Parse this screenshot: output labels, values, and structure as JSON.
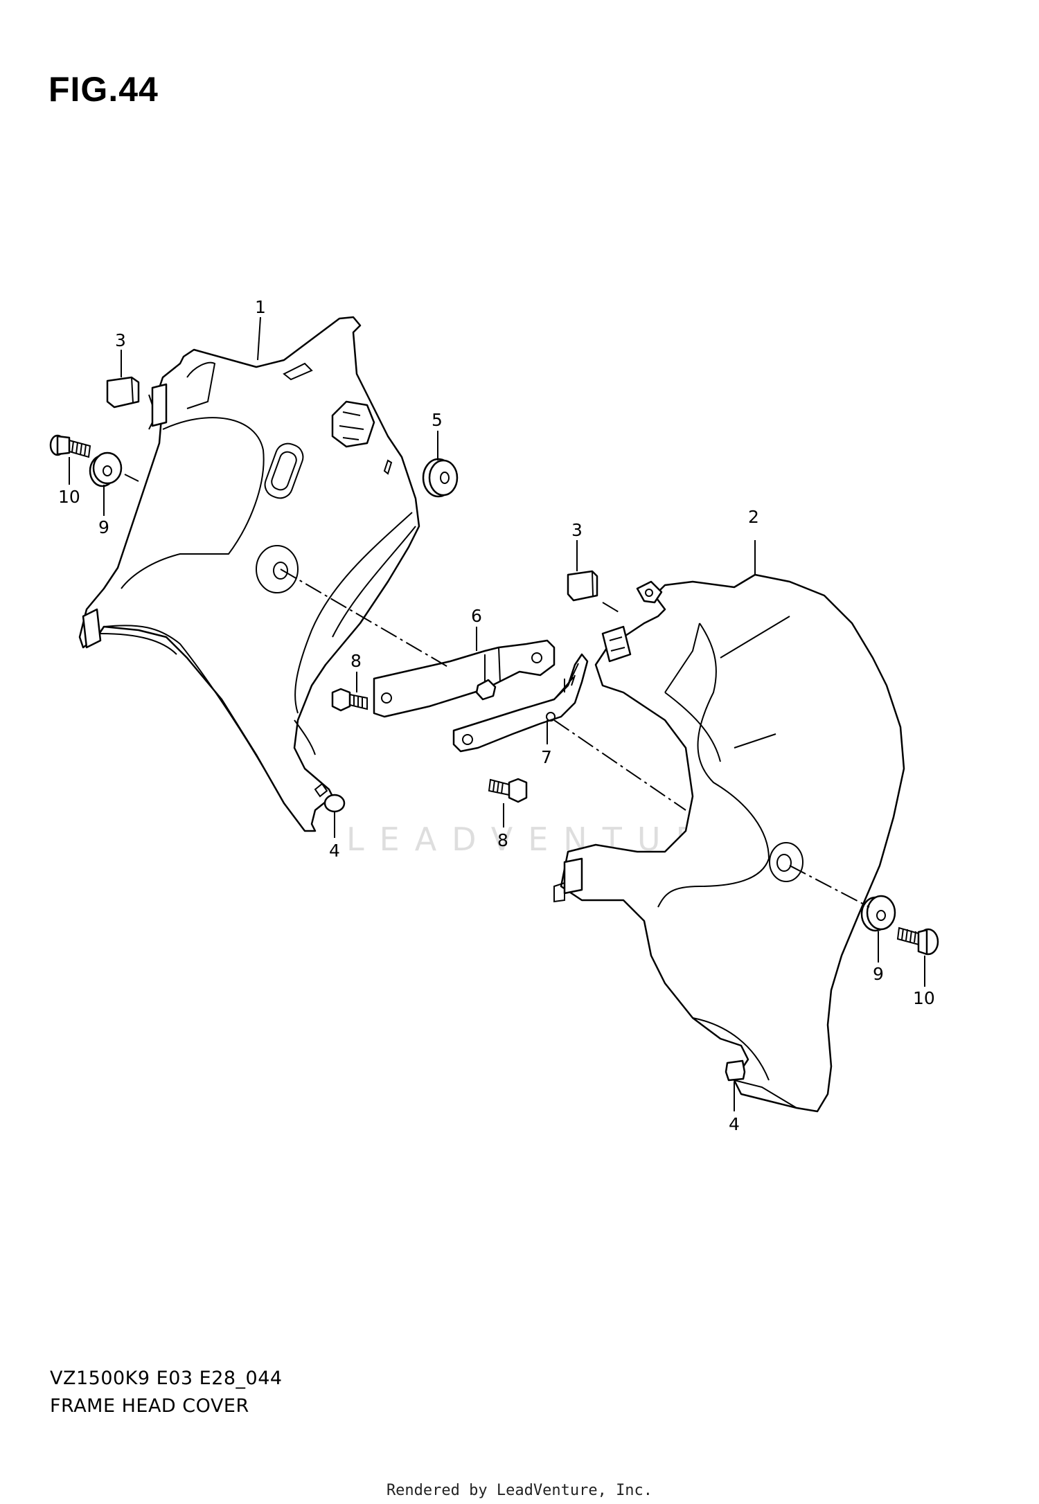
{
  "figure": {
    "title": "FIG.44",
    "model_code": "VZ1500K9 E03 E28_044",
    "section_name": "FRAME HEAD COVER",
    "rendered_by": "Rendered by LeadVenture, Inc.",
    "watermark": "LEADVENTURE"
  },
  "callouts": [
    {
      "id": "c1",
      "label": "1"
    },
    {
      "id": "c2",
      "label": "2"
    },
    {
      "id": "c3a",
      "label": "3"
    },
    {
      "id": "c3b",
      "label": "3"
    },
    {
      "id": "c4a",
      "label": "4"
    },
    {
      "id": "c4b",
      "label": "4"
    },
    {
      "id": "c5",
      "label": "5"
    },
    {
      "id": "c6",
      "label": "6"
    },
    {
      "id": "c7",
      "label": "7"
    },
    {
      "id": "c8a",
      "label": "8"
    },
    {
      "id": "c8b",
      "label": "8"
    },
    {
      "id": "c9a",
      "label": "9"
    },
    {
      "id": "c9b",
      "label": "9"
    },
    {
      "id": "c10a",
      "label": "10"
    },
    {
      "id": "c10b",
      "label": "10"
    }
  ]
}
